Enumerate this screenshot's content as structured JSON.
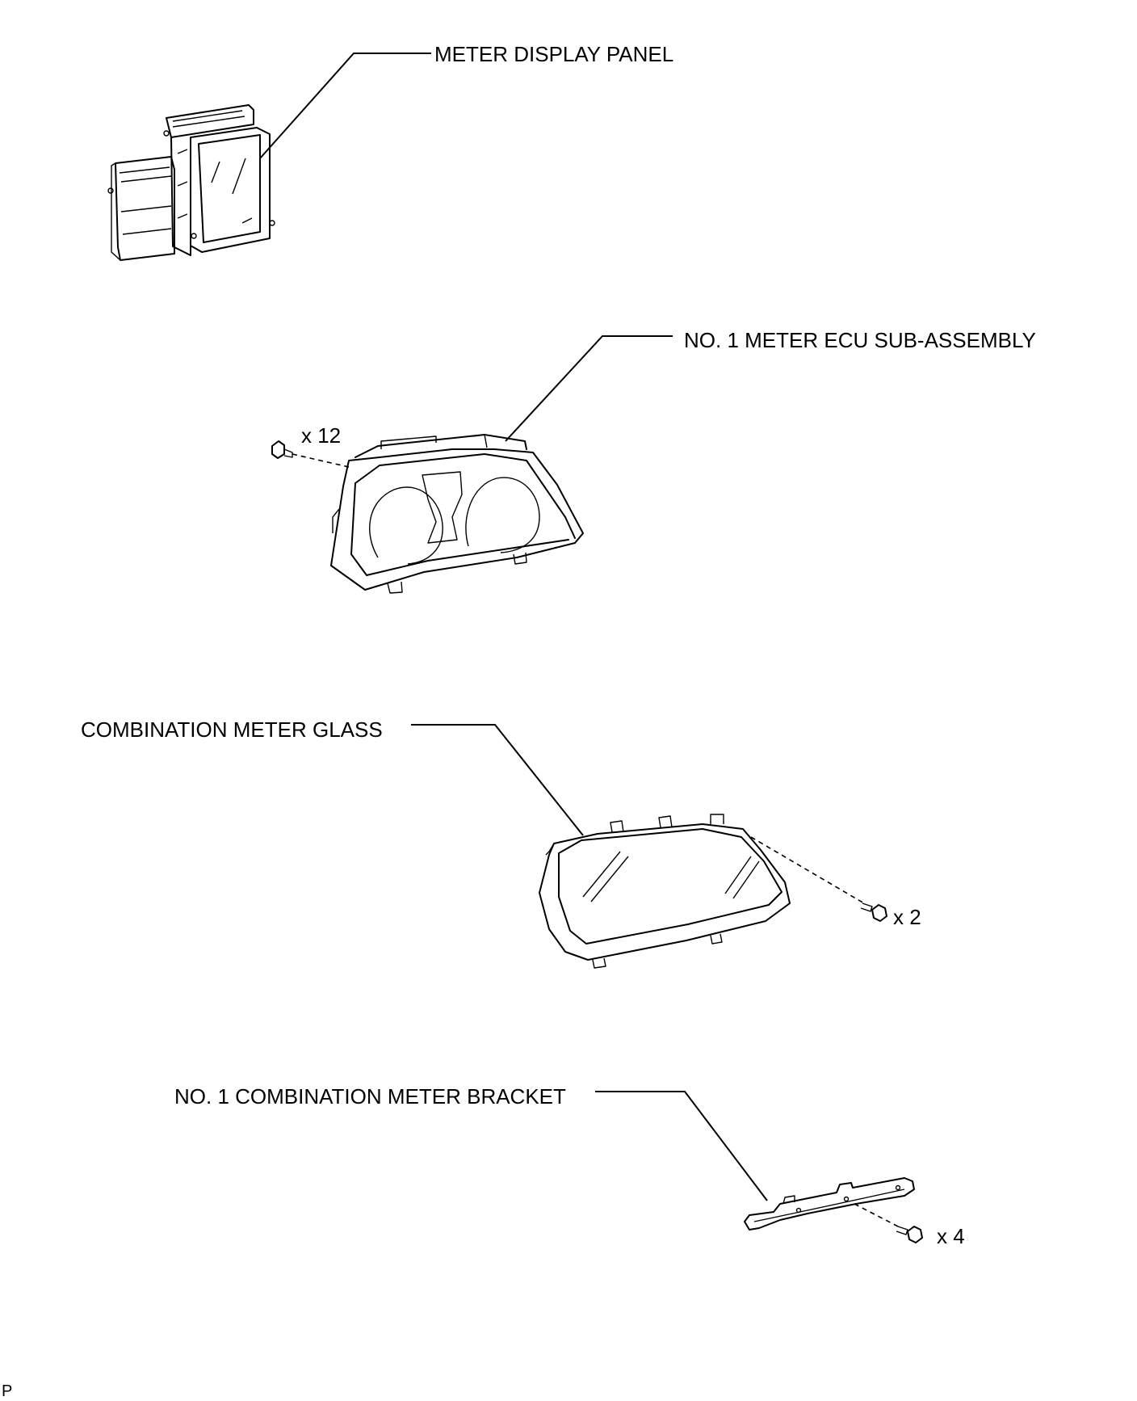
{
  "parts": [
    {
      "id": "meter-display-panel",
      "label": "METER DISPLAY PANEL"
    },
    {
      "id": "meter-ecu",
      "label": "NO. 1 METER ECU SUB-ASSEMBLY",
      "fastener_qty": "x 12"
    },
    {
      "id": "meter-glass",
      "label": "COMBINATION METER GLASS",
      "fastener_qty": "x 2"
    },
    {
      "id": "meter-bracket",
      "label": "NO. 1 COMBINATION METER BRACKET",
      "fastener_qty": "x 4"
    }
  ],
  "corner_mark": "P"
}
